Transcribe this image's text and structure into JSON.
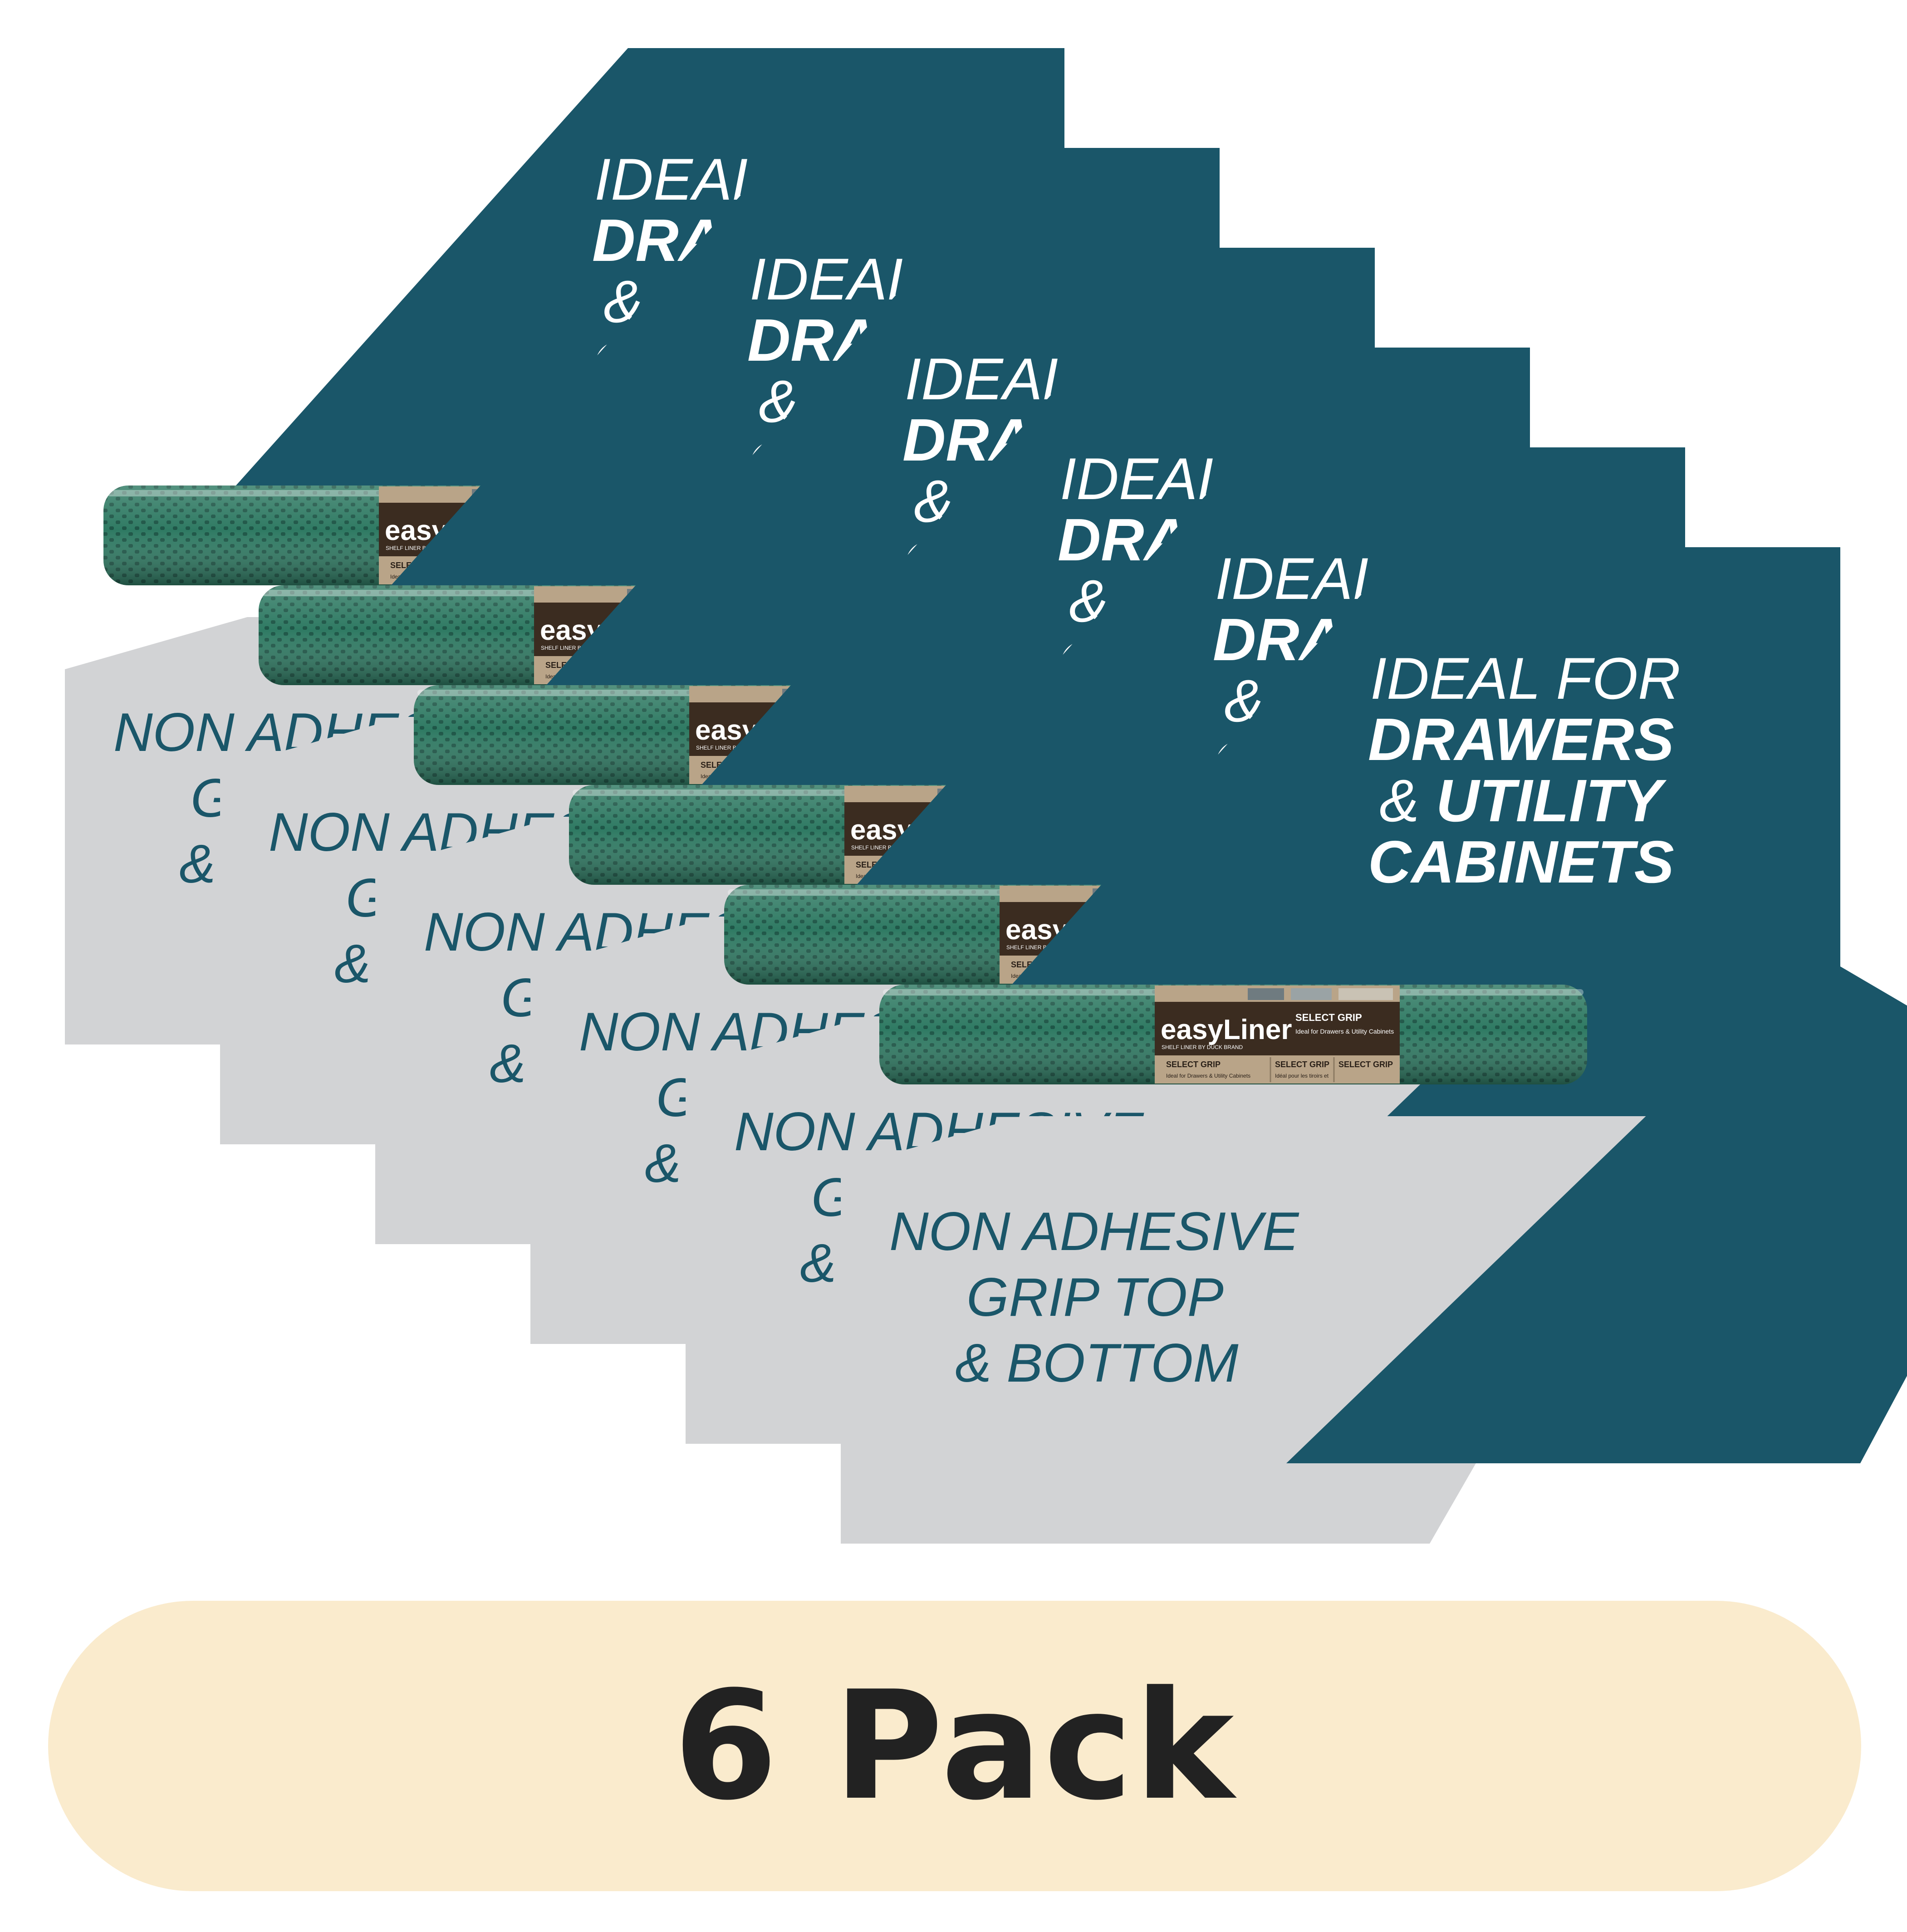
{
  "colors": {
    "teal_panel": "#1a5669",
    "grey_panel": "#d2d3d5",
    "roll_green": "#2f7a63",
    "roll_green_dark": "#1d5546",
    "label_brown": "#3b2c20",
    "label_tan": "#b9a488",
    "pack_bar": "#faebcd",
    "pack_text": "#222222"
  },
  "product": {
    "brand": "easyLiner",
    "brand_sub": "SHELF LINER BY DUCK BRAND",
    "line_name": "SELECT GRIP",
    "line_desc": "Ideal for Drawers & Utility Cabinets",
    "panel_line_1": "SELECT GRIP",
    "panel_line_2": "SELECT GRIP",
    "panel_line_3": "SELECT GRIP",
    "panel_sub_1": "Ideal for Drawers & Utility Cabinets",
    "panel_sub_2": "Idéal pour les tiroirs et"
  },
  "teal_card": {
    "line1": "IDEAL FOR",
    "line2": "DRAWERS",
    "line3_amp": "& ",
    "line3_bold": "UTILITY",
    "line4": "CABINETS"
  },
  "grey_card": {
    "line1": "NON ADHESIVE",
    "line2": "GRIP TOP",
    "line3": "& BOTTOM"
  },
  "pack_count": 6,
  "pack_label": "6 Pack"
}
